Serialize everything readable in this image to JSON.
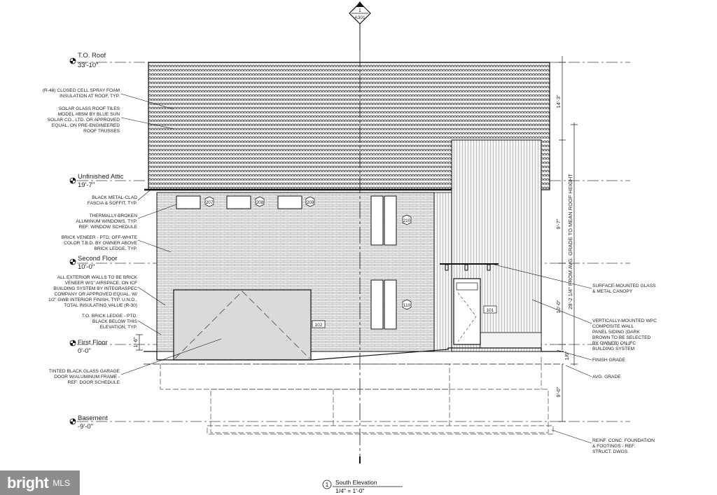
{
  "section_marker": {
    "number": "1",
    "sheet": "A301"
  },
  "levels": [
    {
      "name": "T.O. Roof",
      "elevation": "33'-10\""
    },
    {
      "name": "Unfinished Attic",
      "elevation": "19'-7\""
    },
    {
      "name": "Second Floor",
      "elevation": "10'-0\""
    },
    {
      "name": "First Floor",
      "elevation": "0'-0\""
    },
    {
      "name": "Basement",
      "elevation": "-9'-0\""
    }
  ],
  "notes_left": [
    {
      "lines": [
        "(R-48) CLOSED CELL SPRAY FOAM",
        "INSULATION AT ROOF, TYP."
      ]
    },
    {
      "lines": [
        "SOLAR GLASS ROOF TILES",
        "MODEL #BSM BY BLUE SUN",
        "SOLAR CO., LTD. OR APPROVED",
        "EQUAL, ON PRE-ENGINEERED",
        "ROOF TRUSSES"
      ]
    },
    {
      "lines": [
        "BLACK METAL-CLAD",
        "FASCIA & SOFFIT, TYP."
      ]
    },
    {
      "lines": [
        "THERMALLY-BROKEN",
        "ALUMINUM WINDOWS, TYP.",
        "REF: WINDOW SCHEDULE"
      ]
    },
    {
      "lines": [
        "BRICK VENEER - PTD. OFF-WHITE",
        "COLOR T.B.D. BY OWNER ABOVE",
        "BRICK LEDGE, TYP."
      ]
    },
    {
      "lines": [
        "ALL EXTERIOR WALLS TO BE BRICK",
        "VENEER W/1\" AIRSPACE, ON ICF",
        "BUILDING SYSTEM BY INTEGRASPEC",
        "COMPANY OR APPROVED EQUAL, W/",
        "1/2\" GWB INTERIOR FINISH, TYP. U.N.O.,",
        "TOTAL INSULATING VALUE (R-30)"
      ]
    },
    {
      "lines": [
        "T.O. BRICK LEDGE - PTD.",
        "BLACK BELOW THIS",
        "ELEVATION, TYP."
      ]
    },
    {
      "lines": [
        "TINTED BLACK GLASS GARAGE",
        "DOOR W/ALUMINUM FRAME -",
        "REF: DOOR SCHEDULE"
      ]
    }
  ],
  "notes_right": [
    {
      "lines": [
        "SURFACE-MOUNTED GLASS",
        "& METAL CANOPY"
      ]
    },
    {
      "lines": [
        "VERTICALLY-MOUNTED WPC",
        "COMPOSITE WALL",
        "PANEL SIDING (DARK",
        "BROWN TO BE SELECTED",
        "BY OWNER) ON IFC",
        "BUILDING SYSTEM"
      ]
    },
    {
      "lines": [
        "FINISH GRADE"
      ]
    },
    {
      "lines": [
        "AVG. GRADE"
      ]
    },
    {
      "lines": [
        "REINF. CONC. FOUNDATION",
        "& FOOTINGS - REF:",
        "STRUCT. DWGS."
      ]
    }
  ],
  "dimensions": {
    "roof_height": "14'-3\"",
    "upper_wall": "9'-7\"",
    "overall": "28'-2 1/4\" FROM AVG. GRADE TO MEAN ROOF HEIGHT",
    "first_floor": "10'-0\"",
    "grade_step": "1'-6\"",
    "grade_small": "1/6\"",
    "basement": "9'-0\""
  },
  "tags": {
    "windows": [
      "207",
      "208",
      "209",
      "210",
      "110"
    ],
    "doors": [
      "102",
      "101"
    ]
  },
  "view_title": {
    "number": "1",
    "name": "South Elevation",
    "scale": "1/4\" = 1'-0\""
  },
  "watermark": {
    "brand": "bright",
    "suffix": "MLS"
  },
  "colors": {
    "line": "#222222",
    "brick": "#e4e4e4",
    "roof": "#cfcfcf",
    "siding": "#ededed"
  }
}
